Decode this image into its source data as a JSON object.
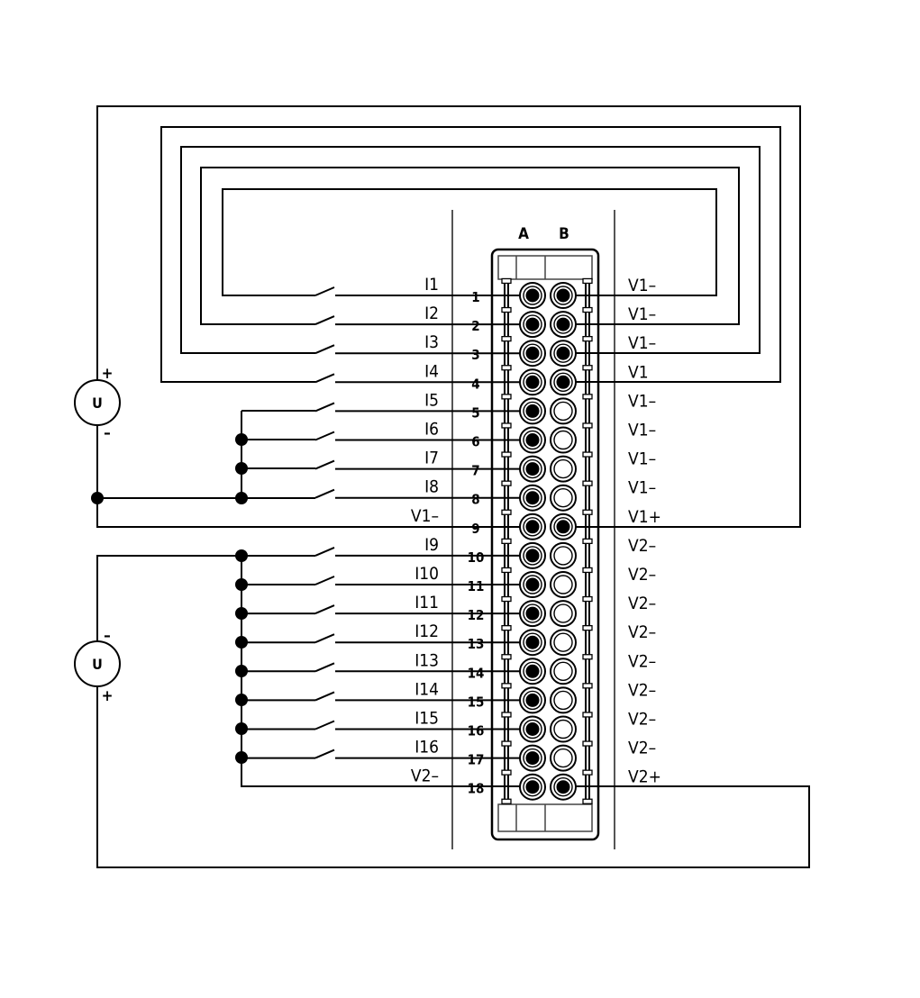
{
  "columns": {
    "a": "A",
    "b": "B"
  },
  "terminals": [
    {
      "num": "1",
      "left": "I1",
      "right": "V1–",
      "a_filled": true,
      "b_filled": true
    },
    {
      "num": "2",
      "left": "I2",
      "right": "V1–",
      "a_filled": true,
      "b_filled": true
    },
    {
      "num": "3",
      "left": "I3",
      "right": "V1–",
      "a_filled": true,
      "b_filled": true
    },
    {
      "num": "4",
      "left": "I4",
      "right": "V1",
      "a_filled": true,
      "b_filled": true
    },
    {
      "num": "5",
      "left": "I5",
      "right": "V1–",
      "a_filled": true,
      "b_filled": false
    },
    {
      "num": "6",
      "left": "I6",
      "right": "V1–",
      "a_filled": true,
      "b_filled": false
    },
    {
      "num": "7",
      "left": "I7",
      "right": "V1–",
      "a_filled": true,
      "b_filled": false
    },
    {
      "num": "8",
      "left": "I8",
      "right": "V1–",
      "a_filled": true,
      "b_filled": false
    },
    {
      "num": "9",
      "left": "V1–",
      "right": "V1+",
      "a_filled": true,
      "b_filled": true
    },
    {
      "num": "10",
      "left": "I9",
      "right": "V2–",
      "a_filled": true,
      "b_filled": false
    },
    {
      "num": "11",
      "left": "I10",
      "right": "V2–",
      "a_filled": true,
      "b_filled": false
    },
    {
      "num": "12",
      "left": "I11",
      "right": "V2–",
      "a_filled": true,
      "b_filled": false
    },
    {
      "num": "13",
      "left": "I12",
      "right": "V2–",
      "a_filled": true,
      "b_filled": false
    },
    {
      "num": "14",
      "left": "I13",
      "right": "V2–",
      "a_filled": true,
      "b_filled": false
    },
    {
      "num": "15",
      "left": "I14",
      "right": "V2–",
      "a_filled": true,
      "b_filled": false
    },
    {
      "num": "16",
      "left": "I15",
      "right": "V2–",
      "a_filled": true,
      "b_filled": false
    },
    {
      "num": "17",
      "left": "I16",
      "right": "V2–",
      "a_filled": true,
      "b_filled": false
    },
    {
      "num": "18",
      "left": "V2–",
      "right": "V2+",
      "a_filled": true,
      "b_filled": true
    }
  ],
  "sources": [
    {
      "symbol": "U",
      "top_sign": "+",
      "bottom_sign": "–"
    },
    {
      "symbol": "U",
      "top_sign": "–",
      "bottom_sign": "+"
    }
  ]
}
